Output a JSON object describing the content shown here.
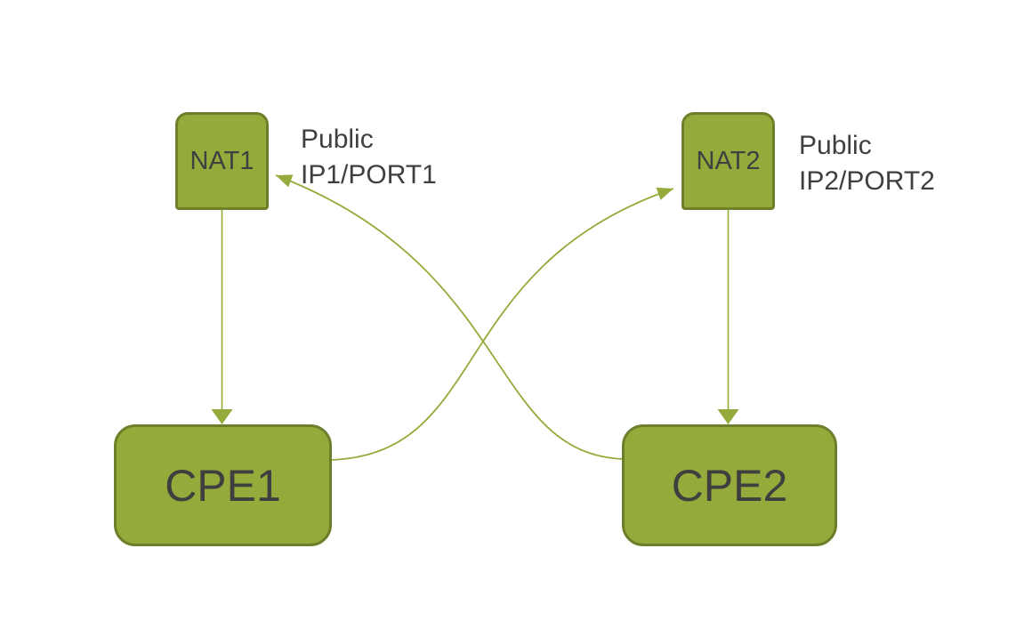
{
  "diagram": {
    "background": "#ffffff",
    "colors": {
      "node_fill": "#94ab3c",
      "node_border": "#6e7f2a",
      "connector": "#94ab3c",
      "text": "#3f3f3f"
    },
    "nodes": [
      {
        "id": "nat1",
        "label": "NAT1"
      },
      {
        "id": "nat2",
        "label": "NAT2"
      },
      {
        "id": "cpe1",
        "label": "CPE1"
      },
      {
        "id": "cpe2",
        "label": "CPE2"
      }
    ],
    "annotations": [
      {
        "id": "public-ip1",
        "line1": "Public",
        "line2": "IP1/PORT1"
      },
      {
        "id": "public-ip2",
        "line1": "Public",
        "line2": "IP2/PORT2"
      }
    ],
    "edges": [
      {
        "from": "NAT1",
        "to": "CPE1",
        "style": "straight",
        "arrow": "to"
      },
      {
        "from": "NAT2",
        "to": "CPE2",
        "style": "straight",
        "arrow": "to"
      },
      {
        "from": "CPE1",
        "to": "NAT2",
        "style": "curved",
        "arrow": "to"
      },
      {
        "from": "CPE2",
        "to": "NAT1",
        "style": "curved",
        "arrow": "to"
      }
    ]
  }
}
